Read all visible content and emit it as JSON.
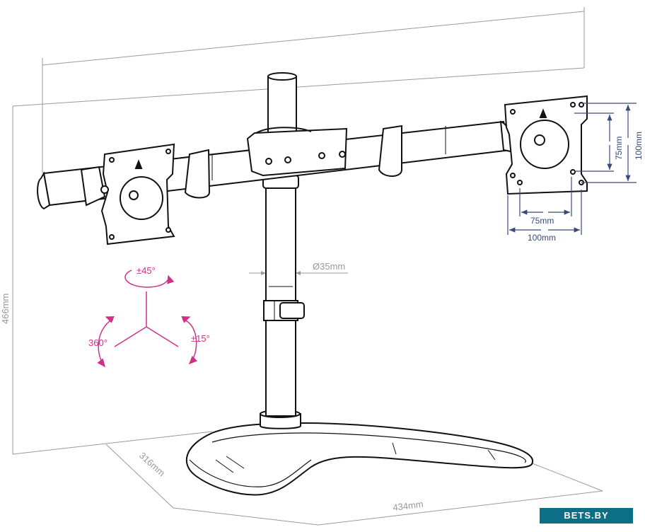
{
  "dimensions": {
    "height": "466mm",
    "depth": "316mm",
    "width": "434mm",
    "pole_diameter": "Ø35mm",
    "vesa_small_h": "75mm",
    "vesa_large_h": "100mm",
    "vesa_small_v": "75mm",
    "vesa_large_v": "100mm"
  },
  "rotation": {
    "tilt": "±45°",
    "swivel": "±15°",
    "rotate": "360°"
  },
  "watermark": "BETS.BY",
  "colors": {
    "rotation_accent": "#d0308a",
    "vesa_dimension": "#3a4a78",
    "dimension_lines": "#9a9a9a",
    "watermark_bg": "#0c6f85"
  }
}
